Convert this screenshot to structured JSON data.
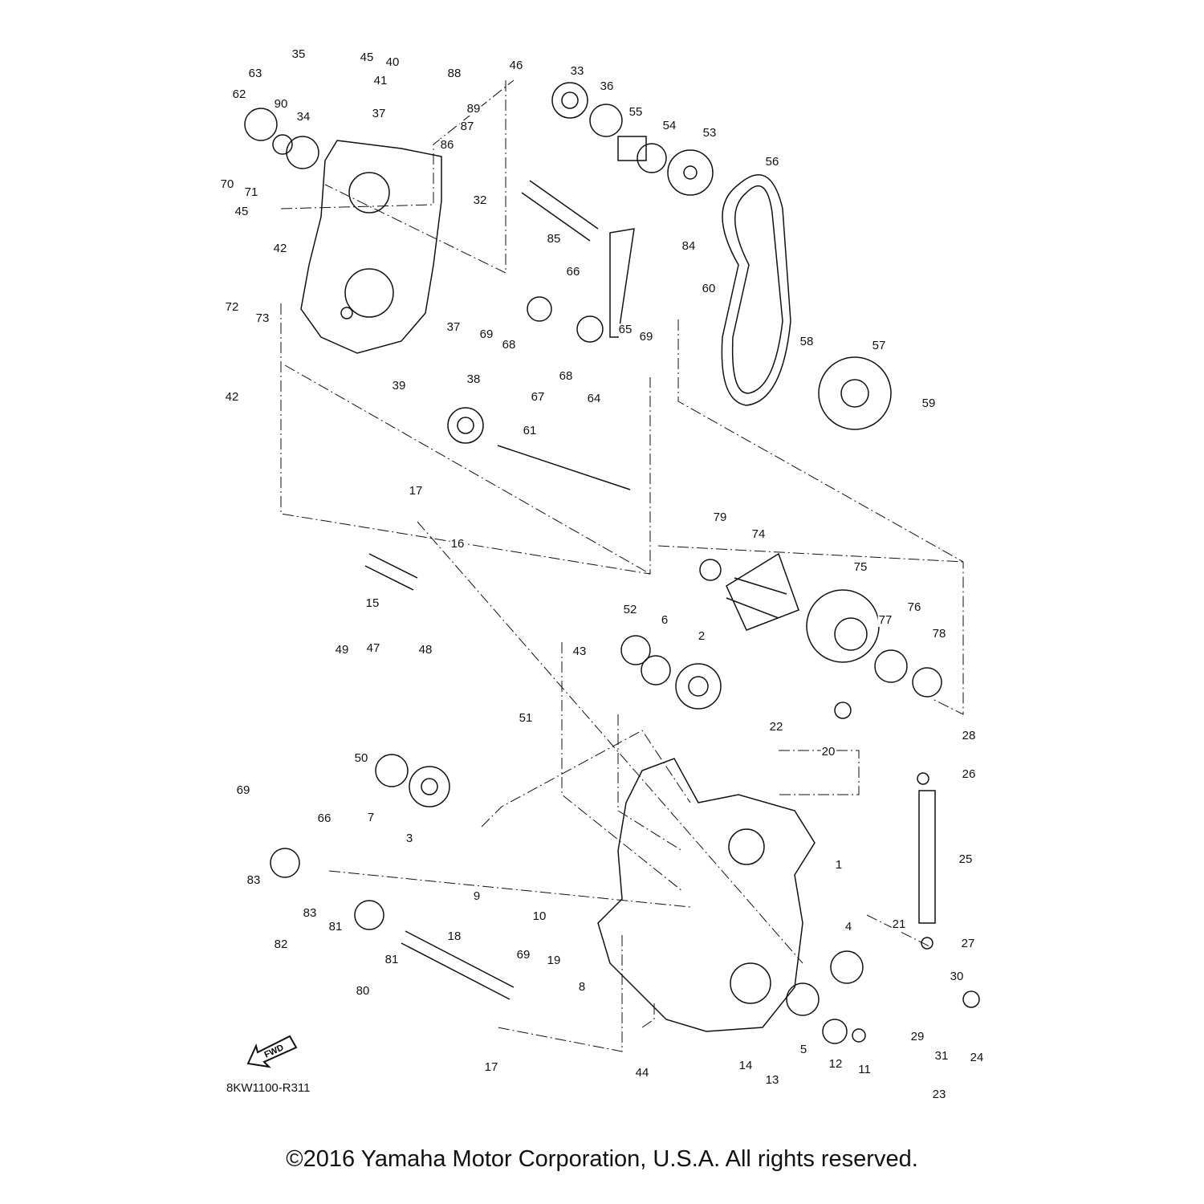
{
  "diagram": {
    "part_labels": [
      "63",
      "35",
      "45",
      "40",
      "41",
      "88",
      "46",
      "33",
      "36",
      "62",
      "90",
      "37",
      "89",
      "87",
      "34",
      "55",
      "54",
      "53",
      "86",
      "70",
      "71",
      "32",
      "56",
      "45",
      "42",
      "85",
      "84",
      "66",
      "72",
      "73",
      "60",
      "37",
      "69",
      "68",
      "65",
      "69",
      "58",
      "57",
      "68",
      "64",
      "67",
      "39",
      "42",
      "38",
      "59",
      "61",
      "17",
      "79",
      "74",
      "16",
      "75",
      "15",
      "52",
      "6",
      "2",
      "76",
      "77",
      "78",
      "49",
      "47",
      "48",
      "43",
      "51",
      "22",
      "20",
      "28",
      "50",
      "26",
      "69",
      "66",
      "7",
      "3",
      "1",
      "25",
      "9",
      "10",
      "83",
      "83",
      "81",
      "81",
      "82",
      "18",
      "4",
      "21",
      "27",
      "69",
      "19",
      "8",
      "80",
      "30",
      "29",
      "31",
      "24",
      "5",
      "12",
      "11",
      "14",
      "13",
      "17",
      "44",
      "23"
    ],
    "direction_badge": "FWD",
    "diagram_code": "8KW1100-R311"
  },
  "footer": {
    "copyright": "©2016 Yamaha Motor Corporation, U.S.A. All rights reserved."
  }
}
